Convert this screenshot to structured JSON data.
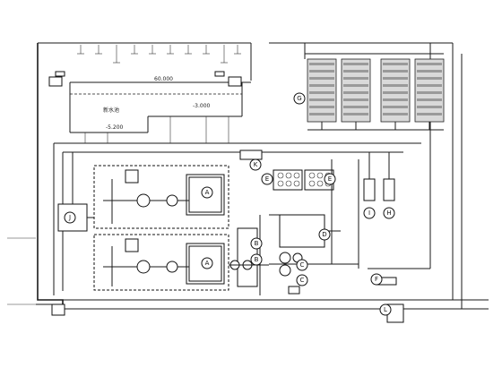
{
  "diagram": {
    "labels": {
      "pool": "新水池",
      "elev_top": "60.000",
      "elev_mid": "-3.000",
      "elev_low": "-5.200"
    },
    "tags": [
      "A",
      "A",
      "B",
      "B",
      "C",
      "C",
      "D",
      "E",
      "E",
      "F",
      "G",
      "H",
      "I",
      "J",
      "K",
      "L"
    ],
    "colors": {
      "line": "#1a1a1a",
      "panel": "#d9d9d9",
      "panel_bar": "#9a9a9a"
    }
  }
}
